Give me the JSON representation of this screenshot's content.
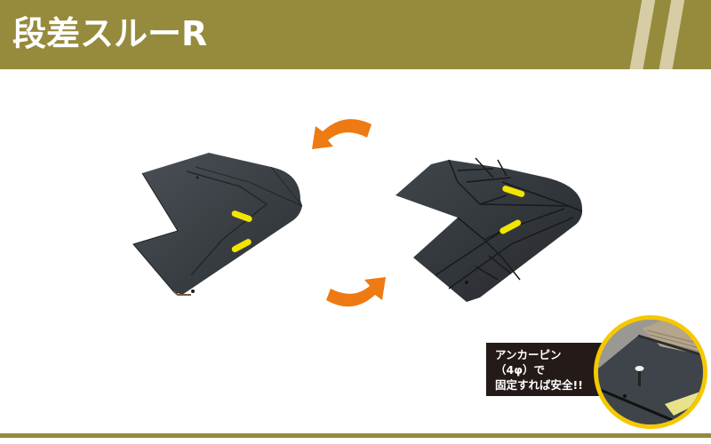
{
  "header": {
    "title": "段差スルーR",
    "background_color": "#968a3c",
    "stripe_color": "#d6cda4"
  },
  "products": [
    {
      "name": "corner-ramp-plain",
      "reflector_color": "#f2e600",
      "body_color": "#3a3f44"
    },
    {
      "name": "corner-ramp-grooved",
      "reflector_color": "#f2e600",
      "body_color": "#33383c"
    }
  ],
  "arrows": {
    "color": "#ee7a13",
    "items": [
      "rotate-left-arrow",
      "rotate-right-arrow"
    ]
  },
  "callout": {
    "lines": [
      "アンカーピン",
      "（4φ）で",
      "固定すれば安全!!"
    ],
    "background_color": "#241a17",
    "circle_border_color": "#f5c800"
  },
  "footer": {
    "line_color": "#968a3c"
  }
}
